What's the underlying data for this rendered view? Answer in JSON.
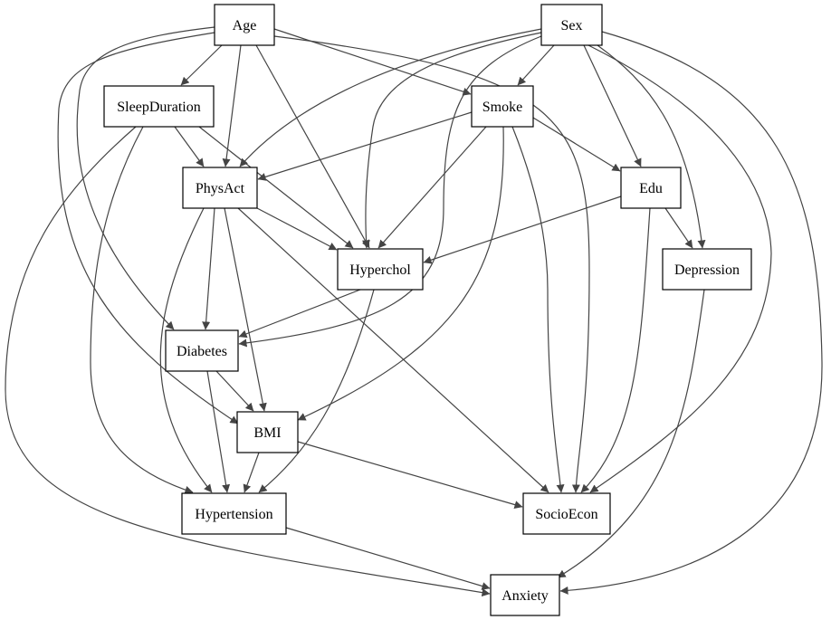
{
  "graph": {
    "nodes": [
      {
        "id": "Age",
        "label": "Age"
      },
      {
        "id": "Sex",
        "label": "Sex"
      },
      {
        "id": "SleepDuration",
        "label": "SleepDuration"
      },
      {
        "id": "Smoke",
        "label": "Smoke"
      },
      {
        "id": "PhysAct",
        "label": "PhysAct"
      },
      {
        "id": "Edu",
        "label": "Edu"
      },
      {
        "id": "Hyperchol",
        "label": "Hyperchol"
      },
      {
        "id": "Depression",
        "label": "Depression"
      },
      {
        "id": "Diabetes",
        "label": "Diabetes"
      },
      {
        "id": "BMI",
        "label": "BMI"
      },
      {
        "id": "Hypertension",
        "label": "Hypertension"
      },
      {
        "id": "SocioEcon",
        "label": "SocioEcon"
      },
      {
        "id": "Anxiety",
        "label": "Anxiety"
      }
    ],
    "edges": [
      [
        "Age",
        "SleepDuration"
      ],
      [
        "Age",
        "PhysAct"
      ],
      [
        "Age",
        "Hyperchol"
      ],
      [
        "Age",
        "Smoke"
      ],
      [
        "Age",
        "SocioEcon"
      ],
      [
        "Age",
        "Diabetes"
      ],
      [
        "Age",
        "BMI"
      ],
      [
        "Sex",
        "Smoke"
      ],
      [
        "Sex",
        "Edu"
      ],
      [
        "Sex",
        "Depression"
      ],
      [
        "Sex",
        "PhysAct"
      ],
      [
        "Sex",
        "Hyperchol"
      ],
      [
        "Sex",
        "Diabetes"
      ],
      [
        "Sex",
        "SocioEcon"
      ],
      [
        "Sex",
        "Anxiety"
      ],
      [
        "SleepDuration",
        "PhysAct"
      ],
      [
        "SleepDuration",
        "Hyperchol"
      ],
      [
        "SleepDuration",
        "Hypertension"
      ],
      [
        "SleepDuration",
        "Anxiety"
      ],
      [
        "Smoke",
        "PhysAct"
      ],
      [
        "Smoke",
        "Edu"
      ],
      [
        "Smoke",
        "Hyperchol"
      ],
      [
        "Smoke",
        "BMI"
      ],
      [
        "Smoke",
        "SocioEcon"
      ],
      [
        "PhysAct",
        "Hyperchol"
      ],
      [
        "PhysAct",
        "Diabetes"
      ],
      [
        "PhysAct",
        "BMI"
      ],
      [
        "PhysAct",
        "Hypertension"
      ],
      [
        "PhysAct",
        "SocioEcon"
      ],
      [
        "Edu",
        "Hyperchol"
      ],
      [
        "Edu",
        "Depression"
      ],
      [
        "Edu",
        "SocioEcon"
      ],
      [
        "Hyperchol",
        "Diabetes"
      ],
      [
        "Hyperchol",
        "Hypertension"
      ],
      [
        "Diabetes",
        "BMI"
      ],
      [
        "Diabetes",
        "Hypertension"
      ],
      [
        "BMI",
        "Hypertension"
      ],
      [
        "BMI",
        "SocioEcon"
      ],
      [
        "Depression",
        "Anxiety"
      ],
      [
        "Hypertension",
        "Anxiety"
      ]
    ],
    "colors": {
      "edge": "#444444",
      "node_border": "#000000",
      "background": "#ffffff"
    }
  }
}
